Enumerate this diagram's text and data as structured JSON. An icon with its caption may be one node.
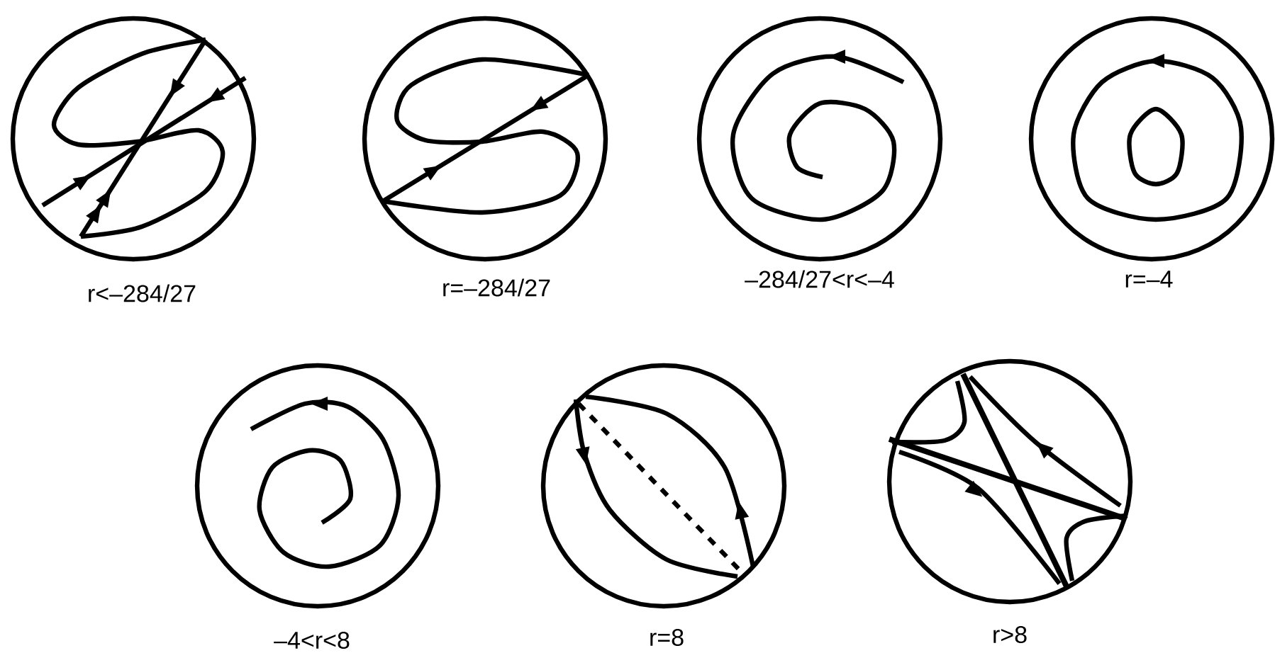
{
  "diagram": {
    "nodes": [
      {
        "text": [],
        "shape": "circle",
        "beside": [
          "r<–284/27"
        ]
      },
      {
        "text": [],
        "shape": "circle",
        "beside": [
          "r=–284/27"
        ]
      },
      {
        "text": [],
        "shape": "circle",
        "beside": [
          "–284/27<r<–4"
        ]
      },
      {
        "text": [],
        "shape": "circle",
        "beside": [
          "r=–4"
        ]
      },
      {
        "text": [],
        "shape": "circle",
        "beside": [
          "–4<r<8"
        ]
      },
      {
        "text": [],
        "shape": "circle",
        "beside": [
          "r=8"
        ]
      },
      {
        "text": [],
        "shape": "circle",
        "beside": [
          "r>8"
        ]
      }
    ]
  }
}
